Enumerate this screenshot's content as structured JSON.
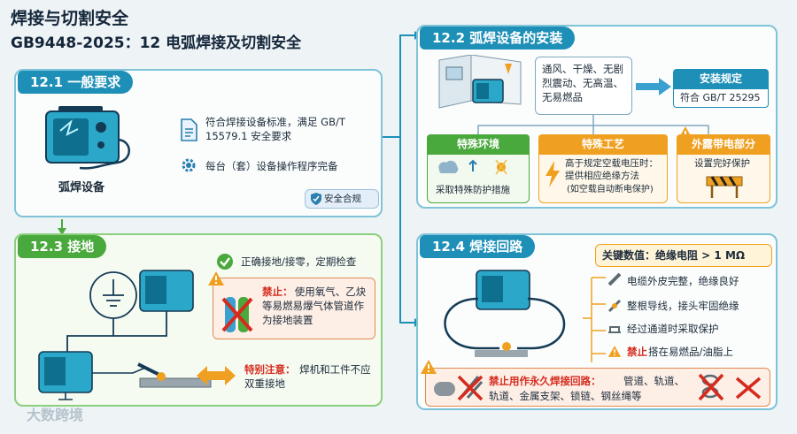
{
  "header": {
    "title": "焊接与切割安全",
    "subtitle": "GB9448-2025：12 电弧焊接及切割安全"
  },
  "s121": {
    "tag": "12.1 一般要求",
    "machine_label": "弧焊设备",
    "item1": "符合焊接设备标准，满足 GB/T 15579.1 安全要求",
    "item2": "每台（套）设备操作程序完备",
    "badge": "安全合规"
  },
  "s122": {
    "tag": "12.2 弧焊设备的安装",
    "env": "通风、干燥、无剧烈震动、无高温、无易燃品",
    "rule_title": "安装规定",
    "rule_value": "符合 GB/T 25295",
    "special_env_title": "特殊环境",
    "special_env_text": "采取特殊防护措施",
    "special_proc_title": "特殊工艺",
    "special_proc_text": "高于规定空载电压时：提供相应绝缘方法",
    "special_proc_note": "(如空载自动断电保护)",
    "exposed_title": "外露带电部分",
    "exposed_text": "设置完好保护"
  },
  "s123": {
    "tag": "12.3 接地",
    "check": "正确接地/接零，定期检查",
    "forbid_label": "禁止：",
    "forbid_text": "使用氧气、乙炔等易燃易爆气体管道作为接地装置",
    "note_label": "特别注意：",
    "note_text": "焊机和工件不应双重接地"
  },
  "s124": {
    "tag": "12.4 焊接回路",
    "key": "关键数值：绝缘电阻 > 1 MΩ",
    "l1": "电缆外皮完整，绝缘良好",
    "l2": "整根导线，接头牢固绝缘",
    "l3": "经过通道时采取保护",
    "l4_red": "禁止",
    "l4": "搭在易燃品/油脂上",
    "forbid_label": "禁止用作永久焊接回路：",
    "forbid_text1": "管道、轨道、",
    "forbid_text2": "轨道、金属支架、锁链、钢丝绳等"
  },
  "watermark": "大数跨境",
  "colors": {
    "blue": "#1e8fb7",
    "green": "#4aa93c",
    "orange": "#f0a020",
    "red": "#d52b1e"
  }
}
